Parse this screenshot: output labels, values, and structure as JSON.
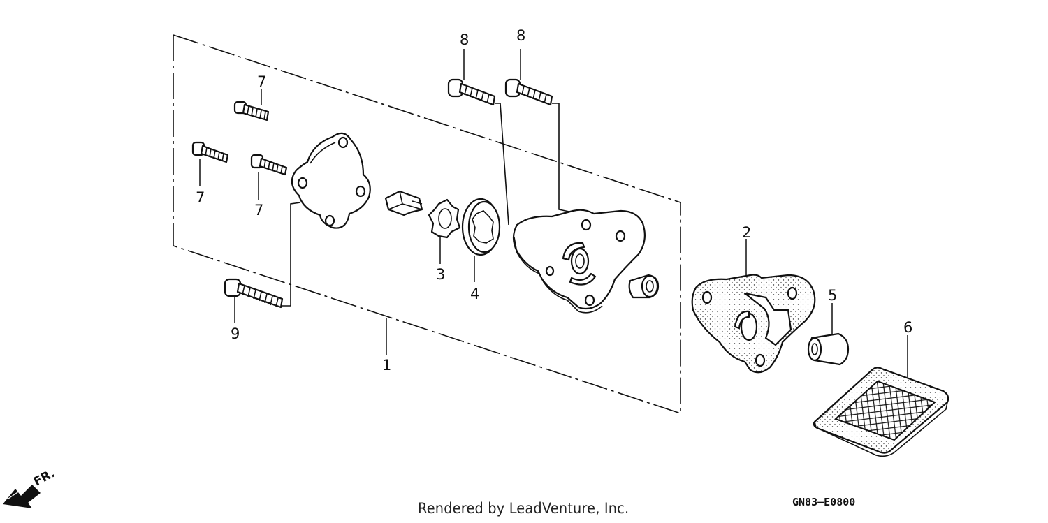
{
  "callouts": {
    "c1": "1",
    "c2": "2",
    "c3": "3",
    "c4": "4",
    "c5": "5",
    "c6": "6",
    "c7a": "7",
    "c7b": "7",
    "c7c": "7",
    "c8a": "8",
    "c8b": "8",
    "c9": "9"
  },
  "front_marker": "FR.",
  "diagram_code": "GN83–E0800",
  "credit": "Rendered by LeadVenture, Inc."
}
